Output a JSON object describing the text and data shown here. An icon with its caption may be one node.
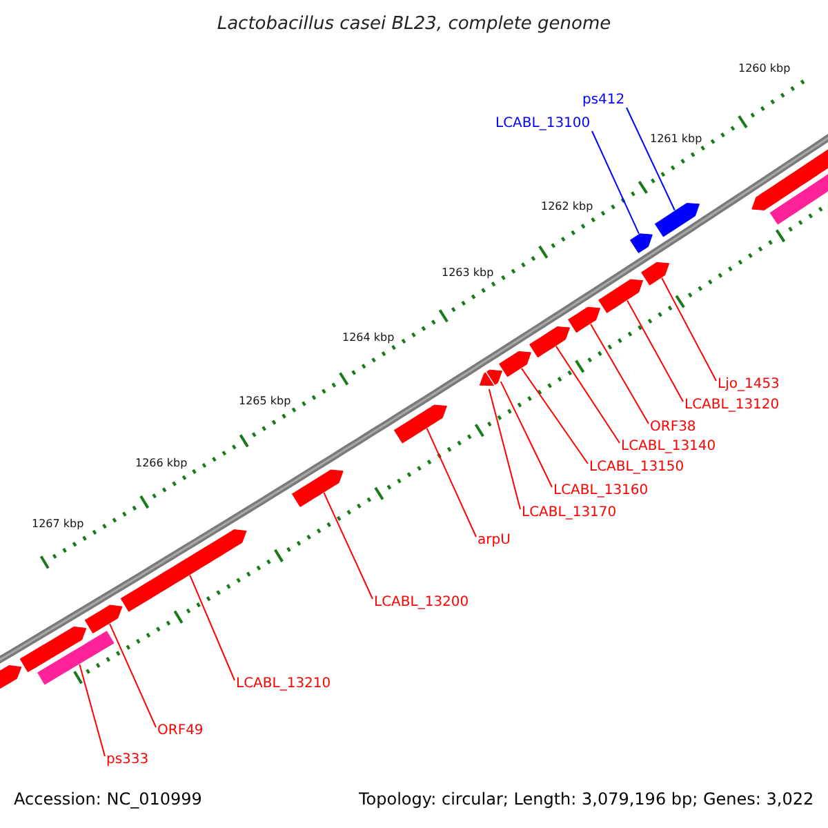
{
  "diagram": {
    "title": "Lactobacillus casei BL23, complete genome",
    "nodes": [
      {
        "text": [
          "ps412"
        ]
      },
      {
        "text": [
          "LCABL_13100"
        ]
      },
      {
        "text": [
          "Ljo_1453"
        ]
      },
      {
        "text": [
          "LCABL_13120"
        ]
      },
      {
        "text": [
          "ORF38"
        ]
      },
      {
        "text": [
          "LCABL_13140"
        ]
      },
      {
        "text": [
          "LCABL_13150"
        ]
      },
      {
        "text": [
          "LCABL_13160"
        ]
      },
      {
        "text": [
          "LCABL_13170"
        ]
      },
      {
        "text": [
          "arpU"
        ]
      },
      {
        "text": [
          "LCABL_13200"
        ]
      },
      {
        "text": [
          "LCABL_13210"
        ]
      },
      {
        "text": [
          "ORF49"
        ]
      },
      {
        "text": [
          "ps333"
        ]
      },
      {
        "text": [],
        "shape": "pentagon"
      },
      {
        "text": [],
        "shape": "pentagon"
      },
      {
        "text": [],
        "shape": "pentagon"
      },
      {
        "text": [],
        "shape": "pentagon"
      },
      {
        "text": [],
        "shape": "pentagon"
      },
      {
        "text": [],
        "shape": "pentagon"
      },
      {
        "text": [],
        "shape": "pentagon"
      },
      {
        "text": [],
        "shape": "pentagon"
      },
      {
        "text": [],
        "shape": "pentagon"
      },
      {
        "text": [],
        "shape": "pentagon"
      },
      {
        "text": [],
        "shape": "pentagon"
      },
      {
        "text": [],
        "shape": "pentagon"
      },
      {
        "text": [],
        "shape": "pentagon"
      },
      {
        "text": [],
        "shape": "bar"
      },
      {
        "text": [],
        "shape": "pentagon"
      },
      {
        "text": [],
        "shape": "bar"
      },
      {
        "text": [],
        "shape": "pentagon"
      },
      {
        "text": [],
        "shape": "pentagon"
      }
    ],
    "edges": [
      {
        "from": 0,
        "to": 15,
        "arrow": "none",
        "color": "#0000ff"
      },
      {
        "from": 1,
        "to": 14,
        "arrow": "none",
        "color": "#0000ff"
      },
      {
        "from": 2,
        "to": 16,
        "arrow": "none"
      },
      {
        "from": 3,
        "to": 17,
        "arrow": "none"
      },
      {
        "from": 4,
        "to": 18,
        "arrow": "none"
      },
      {
        "from": 5,
        "to": 19,
        "arrow": "none"
      },
      {
        "from": 6,
        "to": 20,
        "arrow": "none"
      },
      {
        "from": 7,
        "to": 21,
        "arrow": "none"
      },
      {
        "from": 8,
        "to": 22,
        "arrow": "none"
      },
      {
        "from": 9,
        "to": 23,
        "arrow": "none"
      },
      {
        "from": 10,
        "to": 24,
        "arrow": "none"
      },
      {
        "from": 11,
        "to": 25,
        "arrow": "none"
      },
      {
        "from": 12,
        "to": 26,
        "arrow": "none"
      },
      {
        "from": 13,
        "to": 27,
        "arrow": "none"
      }
    ],
    "labels": [
      "1260 kbp",
      "1261 kbp",
      "1262 kbp",
      "1263 kbp",
      "1264 kbp",
      "1265 kbp",
      "1266 kbp",
      "1267 kbp",
      "Accession: NC_010999",
      "Topology: circular; Length: 3,079,196 bp; Genes: 3,022"
    ]
  }
}
